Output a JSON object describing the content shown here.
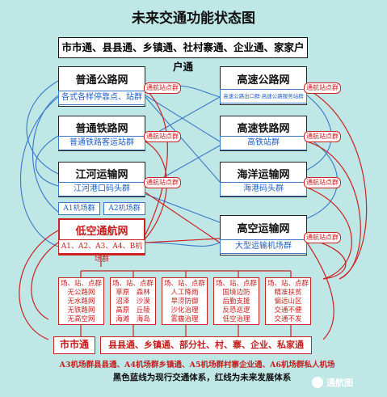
{
  "title": "未来交通功能状态图",
  "top_bar": "市市通、县县通、乡镇通、社村寨通、企业通、家家户户通",
  "left": {
    "road": {
      "title": "普通公路网",
      "sub": "各式各样停靠点、站群",
      "tag": "通航站点群"
    },
    "rail": {
      "title": "普通铁路网",
      "sub": "普通铁路客运站群",
      "tag": "通航站点群"
    },
    "river": {
      "title": "江河运输网",
      "sub": "江河港口码头群",
      "tag": "通航站点群"
    },
    "a_small_1": "A1机场群",
    "a_small_2": "A2机场群",
    "lowalt": {
      "title": "低空通航网",
      "sub": "A1、A2、A3、A4、B机场群"
    }
  },
  "right": {
    "hwy": {
      "title": "高速公路网",
      "sub": "高速公路出口群·高速公路服务站群",
      "tag": "通航站点群"
    },
    "hsr": {
      "title": "高速铁路网",
      "sub": "高铁站群",
      "tag": "通航站点群"
    },
    "sea": {
      "title": "海洋运输网",
      "sub": "海港码头群",
      "tag": "通航站点群"
    },
    "highalt": {
      "title": "高空运输网",
      "sub": "大型运输机场群",
      "tag": "通航站点群"
    }
  },
  "categories": [
    [
      "场、站、点群",
      "无公路网",
      "无水路网",
      "无铁路网",
      "无高空网"
    ],
    [
      "场、站、点群",
      "草原　森林",
      "沼泽　沙漠",
      "高原　丘陵",
      "海滩　海岛"
    ],
    [
      "场、站、点群",
      "人工降雨",
      "旱涝防御",
      "沙化治理",
      "雾霾治理"
    ],
    [
      "场、站、点群",
      "国境边防",
      "后勤支援",
      "反恐巡逻",
      "低空治理"
    ],
    [
      "场、站、点群",
      "精准扶贫",
      "偏远山区",
      "交通不便",
      "交通不发"
    ]
  ],
  "bottom_left": "市市通",
  "bottom_main": "县县通、乡镇通、部分社、村、寨、企业、私家通",
  "footnote": "A3机场群县县通、A4机场群乡镇通、A5机场群村寨企业通、A6机场群私人机场",
  "caption": "黑色蓝线为现行交通体系，红线为未来发展体系",
  "watermark": "通航图",
  "colors": {
    "blue": "#3a78c8",
    "red": "#cc2222",
    "bg": "#bfe7e6"
  }
}
